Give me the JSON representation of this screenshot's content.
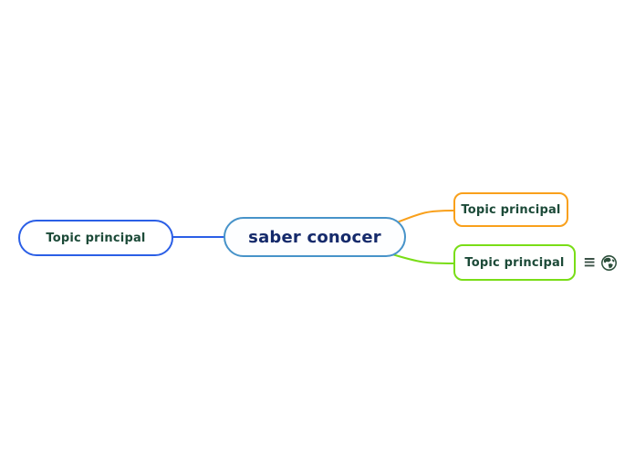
{
  "map": {
    "central_topic": {
      "label": "saber conocer",
      "border_color": "#4793c9",
      "text_color": "#152a6b"
    },
    "topics": [
      {
        "label": "Topic principal",
        "position": "left",
        "border_color": "#2b5fe6",
        "text_color": "#1c4a38"
      },
      {
        "label": "Topic principal",
        "position": "top-right",
        "border_color": "#f9a01b",
        "text_color": "#1c4a38"
      },
      {
        "label": "Topic principal",
        "position": "bottom-right",
        "border_color": "#79dd17",
        "text_color": "#1c4a38",
        "attached_icons": [
          "notes-icon",
          "globe-icon"
        ]
      }
    ],
    "icons": {
      "notes_glyph": "≡",
      "globe_name": "globe-icon"
    }
  },
  "colors": {
    "background": "#ffffff",
    "branch_blue": "#2b5fe6",
    "branch_orange": "#f9a01b",
    "branch_green": "#79dd17",
    "central_border": "#4793c9",
    "icon_dark_green": "#2c4f3b",
    "notes_icon_color": "#3a5146"
  }
}
